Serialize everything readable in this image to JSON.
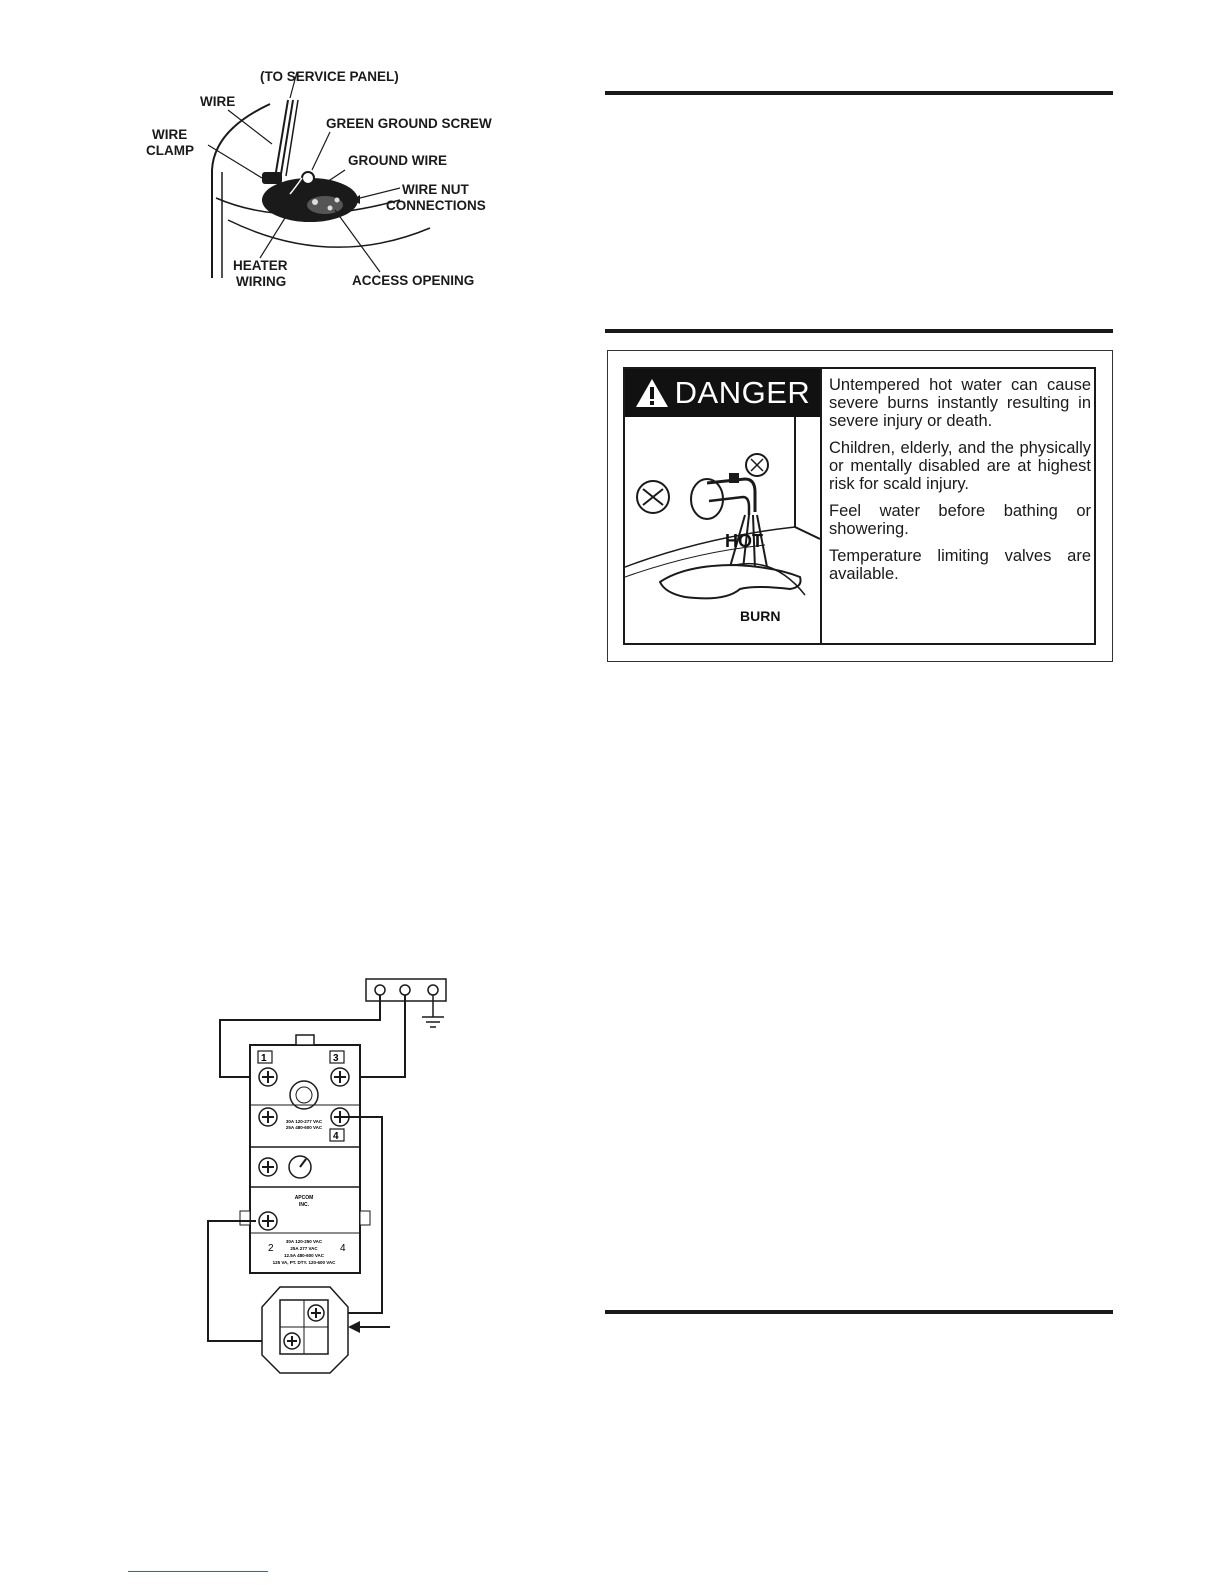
{
  "fig1": {
    "to_service_panel": "(TO SERVICE PANEL)",
    "wire": "WIRE",
    "green_ground_screw": "GREEN GROUND SCREW",
    "wire_clamp_1": "WIRE",
    "wire_clamp_2": "CLAMP",
    "ground_wire": "GROUND WIRE",
    "wire_nut_1": "WIRE NUT",
    "wire_nut_2": "CONNECTIONS",
    "heater_wiring_1": "HEATER",
    "heater_wiring_2": "WIRING",
    "access_opening": "ACCESS OPENING"
  },
  "danger": {
    "title": "DANGER",
    "p1": "Untempered hot water can cause severe burns instantly resulting in severe injury or death.",
    "p2": "Children, elderly, and the physically or mentally disabled are at highest risk for scald injury.",
    "p3": "Feel water before bathing or showering.",
    "p4": "Temperature limiting valves are available.",
    "hot": "HOT",
    "burn": "BURN"
  },
  "thermostat": {
    "t1": "1",
    "t3": "3",
    "t4": "4",
    "t2b": "2",
    "t4b": "4",
    "rating1": "30A 120-277 VAC",
    "rating2": "25A 480-600 VAC",
    "rating3": "30A 120-250 VAC",
    "rating4": "25A 277 VAC",
    "rating5": "12.5A 480-600 VAC",
    "rating6": "125 VA, PT. DTY. 120-600 VAC",
    "brand": "APCOM",
    "brand2": "INC."
  }
}
